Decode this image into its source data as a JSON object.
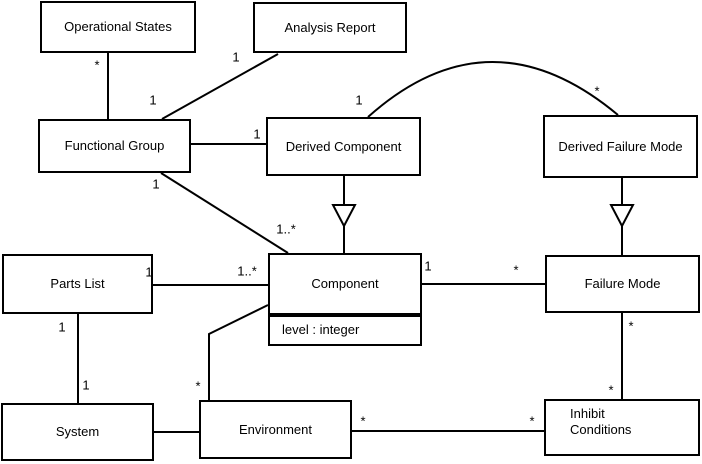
{
  "diagram": {
    "kind": "uml-class-diagram",
    "classes": [
      {
        "name": "Operational States"
      },
      {
        "name": "Analysis Report"
      },
      {
        "name": "Functional Group"
      },
      {
        "name": "Derived Component"
      },
      {
        "name": "Derived Failure Mode"
      },
      {
        "name": "Parts List"
      },
      {
        "name": "Component",
        "attributes": [
          "level : integer"
        ]
      },
      {
        "name": "Failure Mode"
      },
      {
        "name": "System"
      },
      {
        "name": "Environment"
      },
      {
        "name": "Inhibit Conditions"
      }
    ],
    "generalizations": [
      {
        "child": "Derived Component",
        "parent": "Component"
      },
      {
        "child": "Derived Failure Mode",
        "parent": "Failure Mode"
      }
    ],
    "associations": [
      {
        "between": [
          "Operational States",
          "Functional Group"
        ],
        "multiplicities": [
          "*",
          "1"
        ]
      },
      {
        "between": [
          "Analysis Report",
          "Functional Group"
        ],
        "multiplicities": [
          "1",
          ""
        ]
      },
      {
        "between": [
          "Functional Group",
          "Derived Component"
        ],
        "multiplicities": [
          "",
          "1"
        ]
      },
      {
        "between": [
          "Derived Component",
          "Derived Failure Mode"
        ],
        "multiplicities": [
          "1",
          "*"
        ]
      },
      {
        "between": [
          "Functional Group",
          "Component"
        ],
        "multiplicities": [
          "1",
          "1..*"
        ]
      },
      {
        "between": [
          "Parts List",
          "Component"
        ],
        "multiplicities": [
          "1",
          "1..*"
        ]
      },
      {
        "between": [
          "Component",
          "Failure Mode"
        ],
        "multiplicities": [
          "1",
          "*"
        ]
      },
      {
        "between": [
          "Parts List",
          "System"
        ],
        "multiplicities": [
          "1",
          "1"
        ]
      },
      {
        "between": [
          "Component",
          "Environment"
        ],
        "multiplicities": [
          "",
          "*"
        ]
      },
      {
        "between": [
          "System",
          "Environment"
        ],
        "multiplicities": [
          "",
          ""
        ]
      },
      {
        "between": [
          "Environment",
          "Inhibit Conditions"
        ],
        "multiplicities": [
          "*",
          "*"
        ]
      },
      {
        "between": [
          "Failure Mode",
          "Inhibit Conditions"
        ],
        "multiplicities": [
          "*",
          "*"
        ]
      }
    ],
    "multiplicities": [
      {
        "text": "*",
        "assoc": "operational-states--functional-group",
        "end": "operational-states"
      },
      {
        "text": "1",
        "assoc": "operational-states--functional-group",
        "end": "functional-group"
      },
      {
        "text": "1",
        "assoc": "analysis-report--functional-group",
        "end": "analysis-report"
      },
      {
        "text": "1",
        "assoc": "functional-group--derived-component",
        "end": "derived-component"
      },
      {
        "text": "1",
        "assoc": "derived-component--derived-failure-mode",
        "end": "derived-component"
      },
      {
        "text": "*",
        "assoc": "derived-component--derived-failure-mode",
        "end": "derived-failure-mode"
      },
      {
        "text": "1",
        "assoc": "functional-group--component",
        "end": "functional-group"
      },
      {
        "text": "1..*",
        "assoc": "functional-group--component",
        "end": "component"
      },
      {
        "text": "1",
        "assoc": "parts-list--component",
        "end": "parts-list"
      },
      {
        "text": "1..*",
        "assoc": "parts-list--component",
        "end": "component"
      },
      {
        "text": "1",
        "assoc": "component--failure-mode",
        "end": "component"
      },
      {
        "text": "*",
        "assoc": "component--failure-mode",
        "end": "failure-mode"
      },
      {
        "text": "1",
        "assoc": "parts-list--system",
        "end": "parts-list"
      },
      {
        "text": "1",
        "assoc": "parts-list--system",
        "end": "system"
      },
      {
        "text": "*",
        "assoc": "component--environment",
        "end": "environment"
      },
      {
        "text": "*",
        "assoc": "failure-mode--inhibit-conditions",
        "end": "failure-mode"
      },
      {
        "text": "*",
        "assoc": "failure-mode--inhibit-conditions",
        "end": "inhibit-conditions"
      },
      {
        "text": "*",
        "assoc": "environment--inhibit-conditions",
        "end": "environment"
      },
      {
        "text": "*",
        "assoc": "environment--inhibit-conditions",
        "end": "inhibit-conditions"
      }
    ],
    "colors": {
      "line": "#000000",
      "box_border": "#000000",
      "box_fill": "#ffffff",
      "background": "#ffffff"
    }
  }
}
